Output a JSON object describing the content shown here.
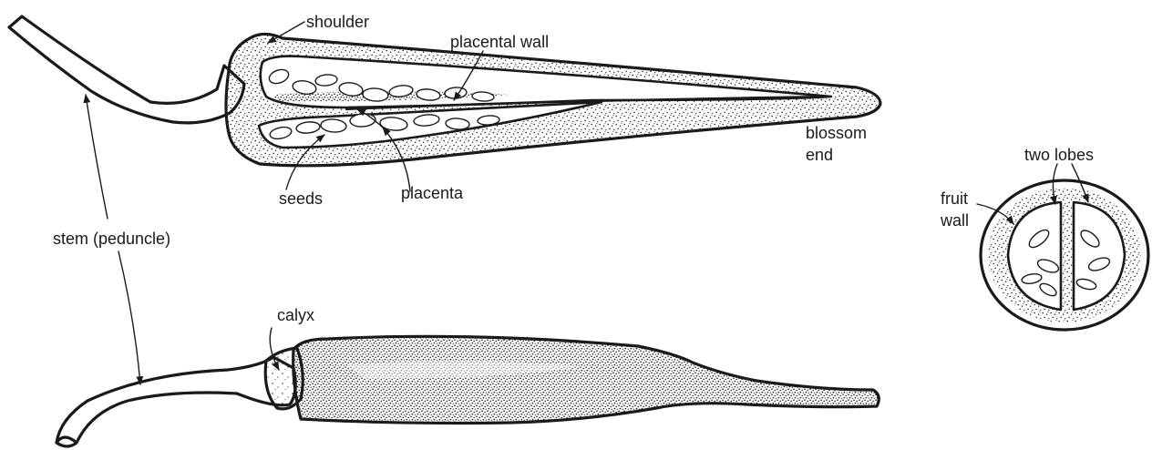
{
  "labels": {
    "shoulder": "shoulder",
    "placental_wall": "placental wall",
    "blossom_end_line1": "blossom",
    "blossom_end_line2": "end",
    "seeds": "seeds",
    "placenta": "placenta",
    "stem": "stem (peduncle)",
    "calyx": "calyx",
    "two_lobes": "two lobes",
    "fruit_wall_line1": "fruit",
    "fruit_wall_line2": "wall"
  },
  "colors": {
    "ink": "#1a1a1a",
    "paper": "#ffffff"
  }
}
